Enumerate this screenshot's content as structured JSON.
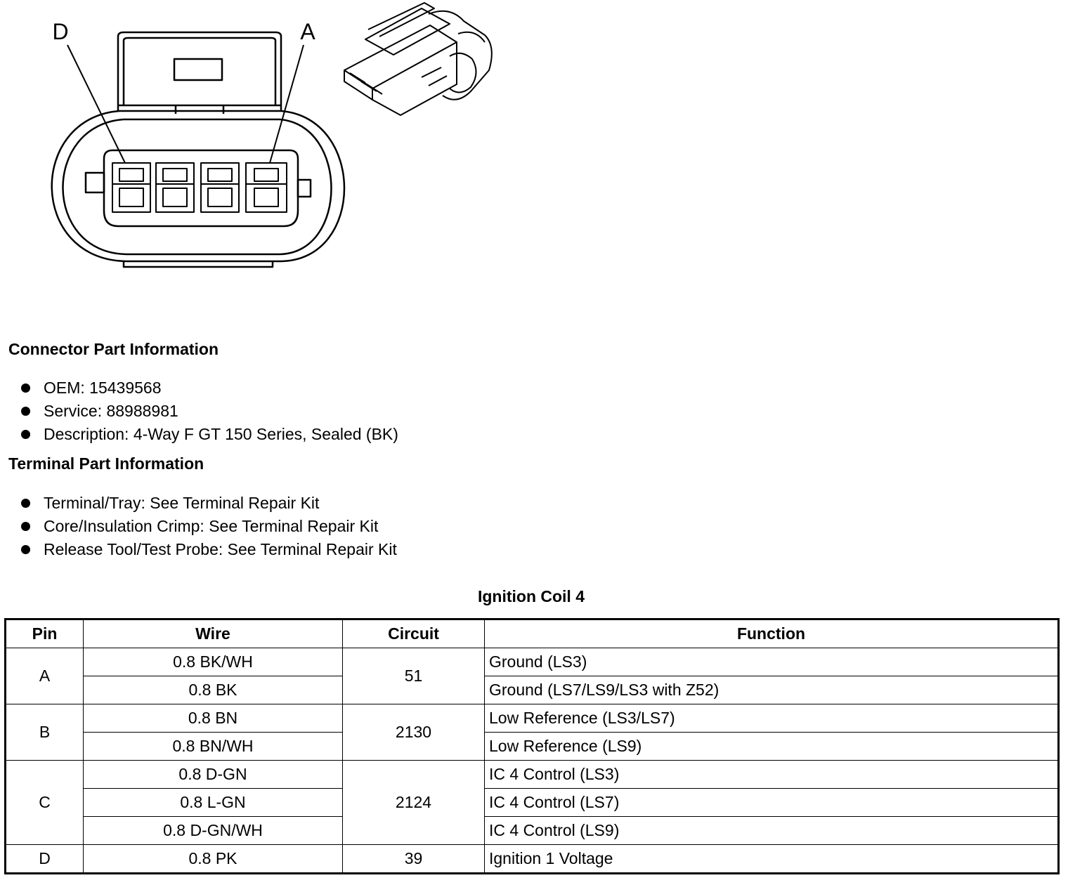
{
  "figure": {
    "pin_labels": {
      "left": "D",
      "right": "A"
    }
  },
  "connector_info": {
    "title": "Connector Part Information",
    "items": [
      "OEM: 15439568",
      "Service: 88988981",
      "Description: 4-Way F GT 150 Series, Sealed (BK)"
    ]
  },
  "terminal_info": {
    "title": "Terminal Part Information",
    "items": [
      "Terminal/Tray: See Terminal Repair Kit",
      "Core/Insulation Crimp: See Terminal Repair Kit",
      "Release Tool/Test Probe: See Terminal Repair Kit"
    ]
  },
  "table": {
    "title": "Ignition Coil 4",
    "headers": [
      "Pin",
      "Wire",
      "Circuit",
      "Function"
    ],
    "groups": [
      {
        "pin": "A",
        "circuit": "51",
        "rows": [
          {
            "wire": "0.8 BK/WH",
            "function": "Ground (LS3)"
          },
          {
            "wire": "0.8 BK",
            "function": "Ground (LS7/LS9/LS3 with Z52)"
          }
        ]
      },
      {
        "pin": "B",
        "circuit": "2130",
        "rows": [
          {
            "wire": "0.8 BN",
            "function": "Low Reference (LS3/LS7)"
          },
          {
            "wire": "0.8 BN/WH",
            "function": "Low Reference (LS9)"
          }
        ]
      },
      {
        "pin": "C",
        "circuit": "2124",
        "rows": [
          {
            "wire": "0.8 D-GN",
            "function": "IC 4 Control (LS3)"
          },
          {
            "wire": "0.8 L-GN",
            "function": "IC 4 Control (LS7)"
          },
          {
            "wire": "0.8 D-GN/WH",
            "function": "IC 4 Control (LS9)"
          }
        ]
      },
      {
        "pin": "D",
        "circuit": "39",
        "rows": [
          {
            "wire": "0.8 PK",
            "function": "Ignition 1 Voltage"
          }
        ]
      }
    ]
  }
}
